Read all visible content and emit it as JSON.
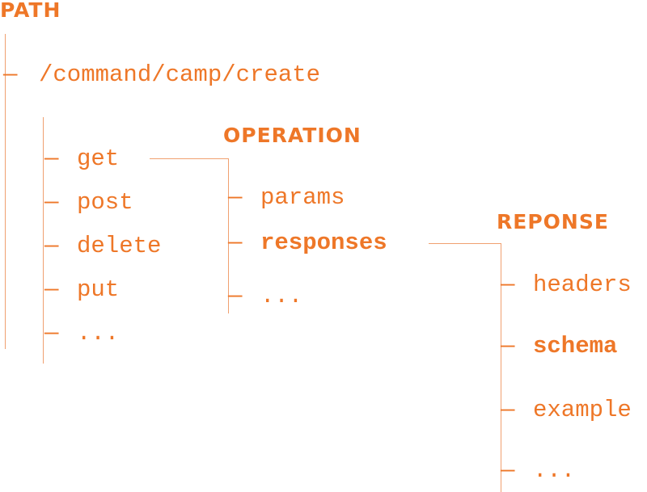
{
  "colors": {
    "accent": "#ee7728",
    "line": "#f0a070"
  },
  "path": {
    "title": "PATH",
    "endpoint": "/command/camp/create"
  },
  "methods": [
    "get",
    "post",
    "delete",
    "put",
    "..."
  ],
  "operation": {
    "title": "OPERATION",
    "items": [
      "params",
      "responses",
      "..."
    ]
  },
  "response": {
    "title": "REPONSE",
    "items": [
      "headers",
      "schema",
      "example",
      "..."
    ]
  },
  "dash": "—"
}
